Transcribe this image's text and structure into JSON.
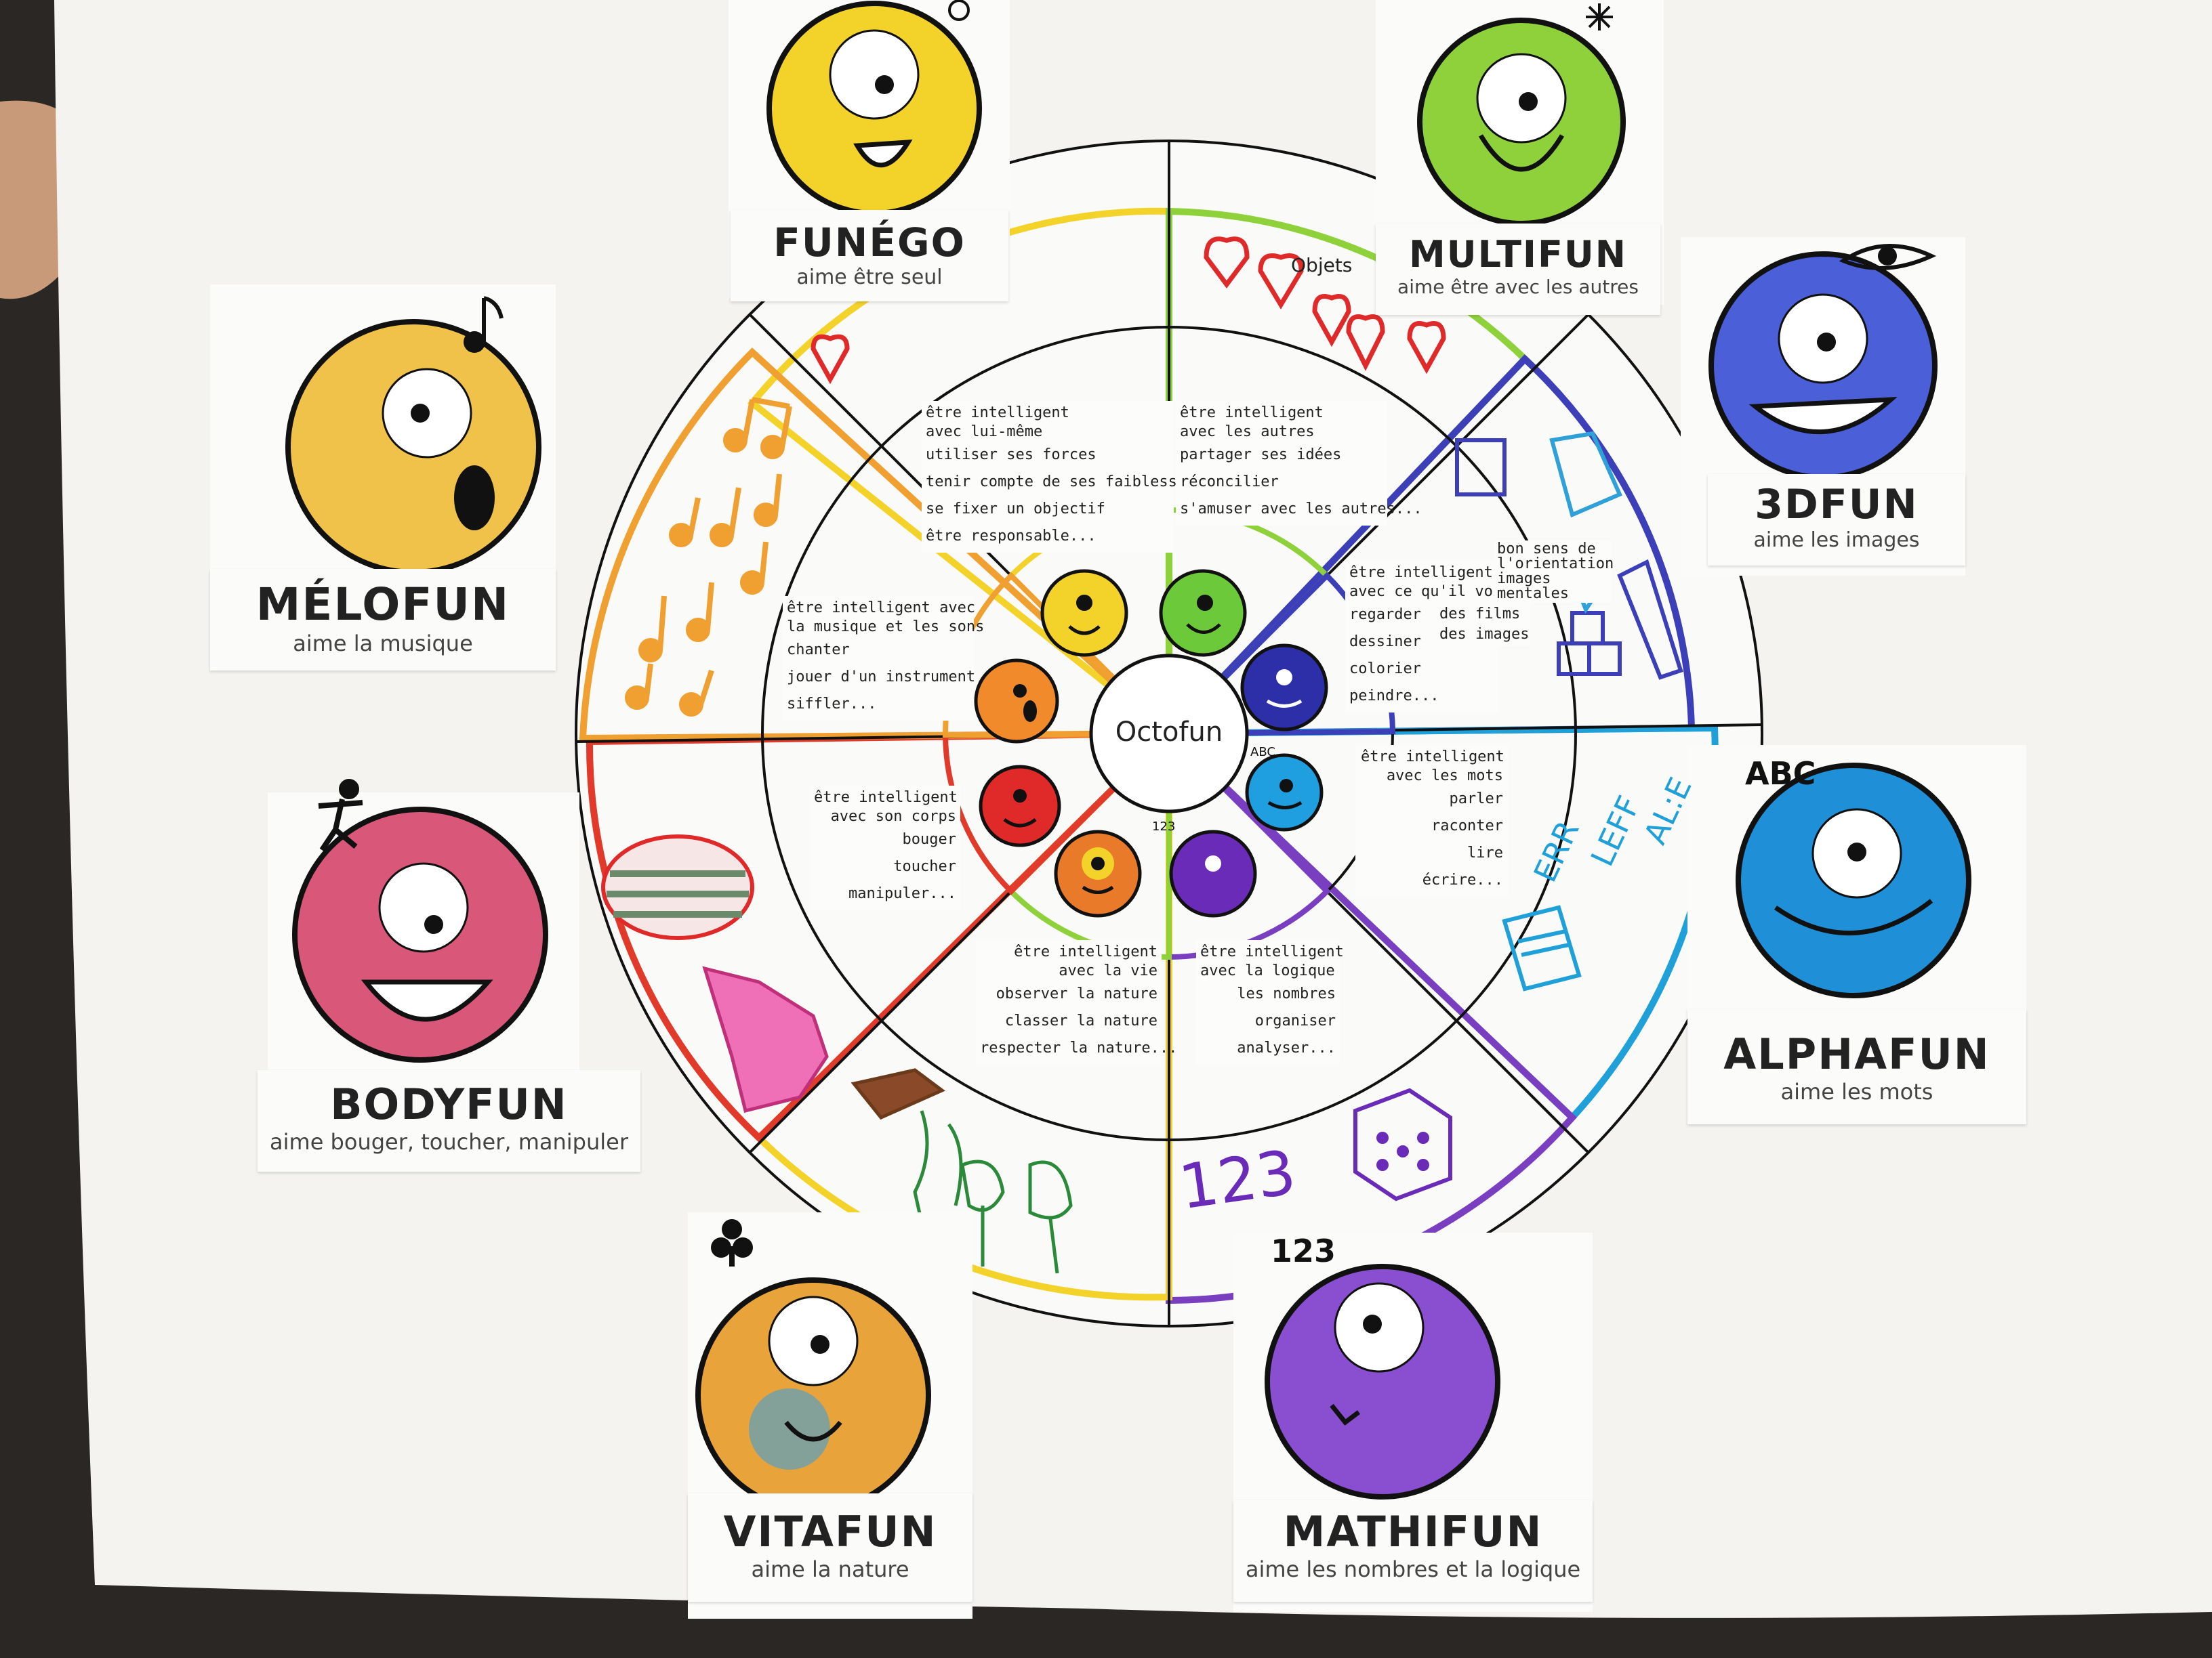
{
  "center": {
    "title": "Octofun"
  },
  "characters": [
    {
      "name": "FUNÉGO",
      "subtitle": "aime être seul",
      "color": "#f3d22a",
      "symbol": "copyright-icon"
    },
    {
      "name": "MULTIFUN",
      "subtitle": "aime être avec les autres",
      "color": "#8fd13a",
      "symbol": "snowflake-icon"
    },
    {
      "name": "3DFUN",
      "subtitle": "aime les images",
      "color": "#4a5fd8",
      "symbol": "eye-icon"
    },
    {
      "name": "ALPHAFUN",
      "subtitle": "aime les mots",
      "color": "#1f8fd8",
      "symbol": "abc-badge",
      "badge": "ABC"
    },
    {
      "name": "MATHIFUN",
      "subtitle": "aime les nombres et la logique",
      "color": "#7a3fc0",
      "symbol": "number-badge",
      "badge": "123"
    },
    {
      "name": "VITAFUN",
      "subtitle": "aime la nature",
      "color": "#e8a33a",
      "symbol": "club-icon"
    },
    {
      "name": "BODYFUN",
      "subtitle": "aime bouger, toucher, manipuler",
      "color": "#d9587a",
      "symbol": "dancer-icon"
    },
    {
      "name": "MÉLOFUN",
      "subtitle": "aime la musique",
      "color": "#f0c24a",
      "symbol": "music-note-icon"
    }
  ],
  "sectors": {
    "funego": {
      "heading": [
        "être intelligent",
        "avec lui-même"
      ],
      "items": [
        "utiliser ses forces",
        "tenir compte de ses faiblesses",
        "se fixer un objectif",
        "être responsable..."
      ]
    },
    "multifun": {
      "heading": [
        "être intelligent",
        "avec les autres"
      ],
      "items": [
        "partager ses idées",
        "réconcilier",
        "s'amuser avec les autres..."
      ]
    },
    "3dfun": {
      "heading": [
        "être intelligent",
        "avec ce qu'il voit"
      ],
      "items": [
        "regarder",
        "dessiner",
        "colorier",
        "peindre..."
      ],
      "branch_a": [
        "des films",
        "des images"
      ],
      "branch_b": [
        "bon sens de",
        "l'orientation",
        "images",
        "mentales"
      ]
    },
    "alphafun": {
      "heading": [
        "être intelligent",
        "avec les mots"
      ],
      "items": [
        "parler",
        "raconter",
        "lire",
        "écrire..."
      ]
    },
    "mathifun": {
      "heading": [
        "être intelligent",
        "avec la logique"
      ],
      "items": [
        "les nombres",
        "organiser",
        "analyser..."
      ]
    },
    "vitafun": {
      "heading": [
        "être intelligent",
        "avec la vie"
      ],
      "items": [
        "observer la nature",
        "classer la nature",
        "respecter la nature..."
      ]
    },
    "bodyfun": {
      "heading": [
        "être intelligent",
        "avec son corps"
      ],
      "items": [
        "bouger",
        "toucher",
        "manipuler..."
      ]
    },
    "melofun": {
      "heading": [
        "être intelligent avec",
        "la musique et les sons"
      ],
      "items": [
        "chanter",
        "jouer d'un instrument",
        "siffler..."
      ]
    }
  },
  "drawings": {
    "multifun_caption": "Objets",
    "alphafun_letters": [
      "ERR",
      "LEFF",
      "AL:E"
    ],
    "mathifun_numbers": "123",
    "small_badges": {
      "alpha": "ABC",
      "math": "123"
    }
  }
}
